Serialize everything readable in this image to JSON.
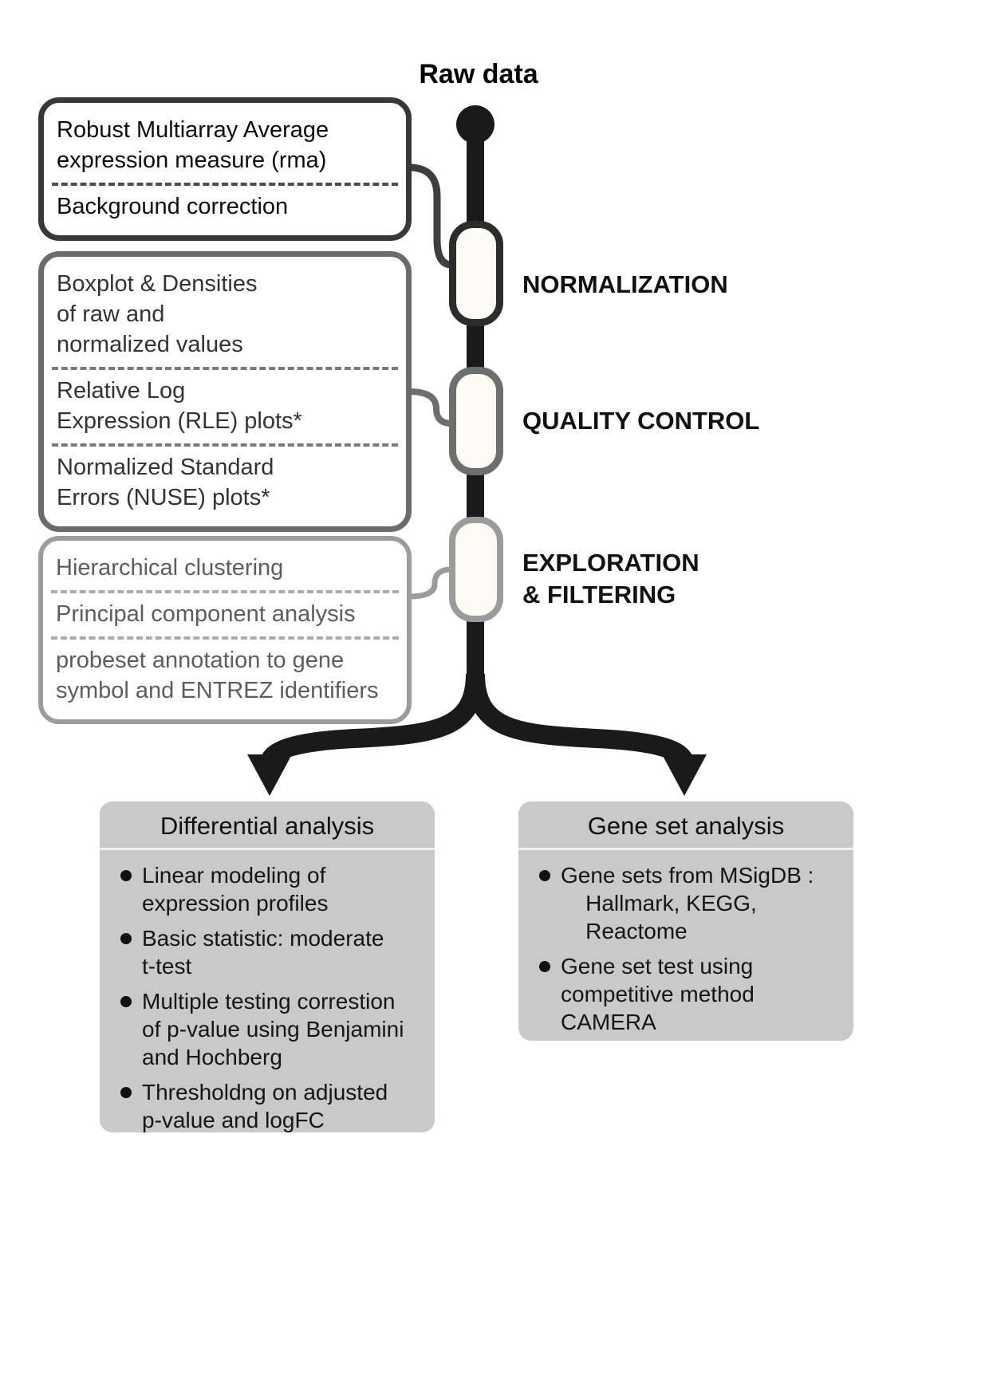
{
  "header": {
    "raw_data_label": "Raw data"
  },
  "left_boxes": [
    {
      "items": [
        "Robust Multiarray Average\nexpression measure (rma)",
        "Background correction"
      ]
    },
    {
      "items": [
        "Boxplot & Densities\nof raw and\nnormalized values",
        "Relative Log\nExpression (RLE) plots*",
        "Normalized Standard\nErrors (NUSE) plots*"
      ]
    },
    {
      "items": [
        "Hierarchical clustering",
        "Principal component analysis",
        "probeset annotation to gene\nsymbol and ENTREZ identifiers"
      ]
    }
  ],
  "stage_labels": [
    "NORMALIZATION",
    "QUALITY CONTROL",
    "EXPLORATION\n& FILTERING"
  ],
  "bottom_boxes": [
    {
      "title": "Differential analysis",
      "bullets": [
        "Linear modeling of\nexpression profiles",
        "Basic statistic: moderate\nt-test",
        "Multiple testing correstion\nof p-value using Benjamini\nand Hochberg",
        "Thresholdng on adjusted\np-value and logFC"
      ]
    },
    {
      "title": "Gene set analysis",
      "bullets": [
        "Gene sets from MSigDB :\n    Hallmark, KEGG,\n    Reactome",
        "Gene set test using\ncompetitive method\nCAMERA"
      ]
    }
  ],
  "colors": {
    "trunk": "#1a1a1a",
    "box1_border": "#383838",
    "box2_border": "#6b6b6b",
    "box3_border": "#9c9c9c",
    "panel_fill": "#c9c9c9"
  }
}
